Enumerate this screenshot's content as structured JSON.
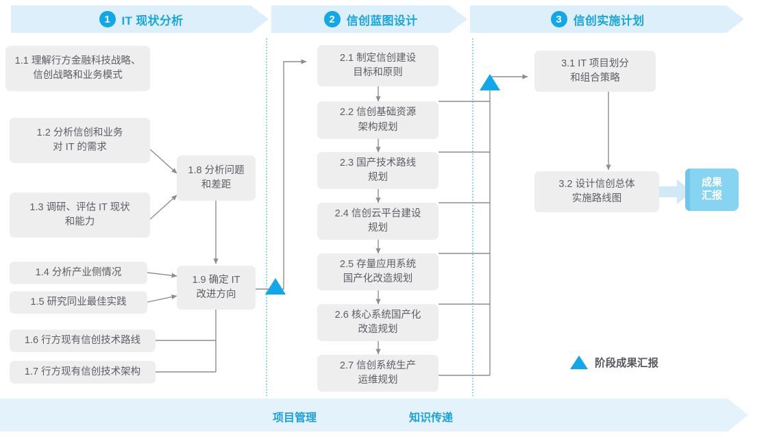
{
  "phases": [
    {
      "num": "1",
      "label": "IT 现状分析"
    },
    {
      "num": "2",
      "label": "信创蓝图设计"
    },
    {
      "num": "3",
      "label": "信创实施计划"
    }
  ],
  "colors": {
    "banner_bg": "#ddeffa",
    "accent_blue": "#11a7e8",
    "label_blue": "#19a6e0",
    "box_bg": "#eeeeee",
    "box_text": "#5d5d66",
    "outcome_bg": "#87d3f2",
    "footer_bg": "#e4f3fb",
    "connector": "#8c8c92",
    "divider_dotted": "#35b4e6"
  },
  "phase1_boxes": [
    {
      "id": "1.1",
      "line1": "1.1 理解行方金融科技战略、",
      "line2": "信创战略和业务模式"
    },
    {
      "id": "1.2",
      "line1": "1.2 分析信创和业务",
      "line2": "对 IT 的需求"
    },
    {
      "id": "1.3",
      "line1": "1.3 调研、评估 IT 现状",
      "line2": "和能力"
    },
    {
      "id": "1.4",
      "line1": "1.4 分析产业侧情况",
      "line2": ""
    },
    {
      "id": "1.5",
      "line1": "1.5 研究同业最佳实践",
      "line2": ""
    },
    {
      "id": "1.6",
      "line1": "1.6 行方现有信创技术路线",
      "line2": ""
    },
    {
      "id": "1.7",
      "line1": "1.7 行方现有信创技术架构",
      "line2": ""
    }
  ],
  "phase1_merge_boxes": [
    {
      "id": "1.8",
      "line1": "1.8 分析问题",
      "line2": "和差距"
    },
    {
      "id": "1.9",
      "line1": "1.9 确定 IT",
      "line2": "改进方向"
    }
  ],
  "phase2_boxes": [
    {
      "id": "2.1",
      "line1": "2.1 制定信创建设",
      "line2": "目标和原则"
    },
    {
      "id": "2.2",
      "line1": "2.2 信创基础资源",
      "line2": "架构规划"
    },
    {
      "id": "2.3",
      "line1": "2.3 国产技术路线",
      "line2": "规划"
    },
    {
      "id": "2.4",
      "line1": "2.4 信创云平台建设",
      "line2": "规划"
    },
    {
      "id": "2.5",
      "line1": "2.5 存量应用系统",
      "line2": "国产化改造规划"
    },
    {
      "id": "2.6",
      "line1": "2.6 核心系统国产化",
      "line2": "改造规划"
    },
    {
      "id": "2.7",
      "line1": "2.7 信创系统生产",
      "line2": "运维规划"
    }
  ],
  "phase3_boxes": [
    {
      "id": "3.1",
      "line1": "3.1 IT 项目划分",
      "line2": "和组合策略"
    },
    {
      "id": "3.2",
      "line1": "3.2 设计信创总体",
      "line2": "实施路线图"
    }
  ],
  "outcome": {
    "line1": "成果",
    "line2": "汇报"
  },
  "legend": {
    "label": "阶段成果汇报"
  },
  "footer": {
    "left_label": "项目管理",
    "right_label": "知识传递"
  }
}
